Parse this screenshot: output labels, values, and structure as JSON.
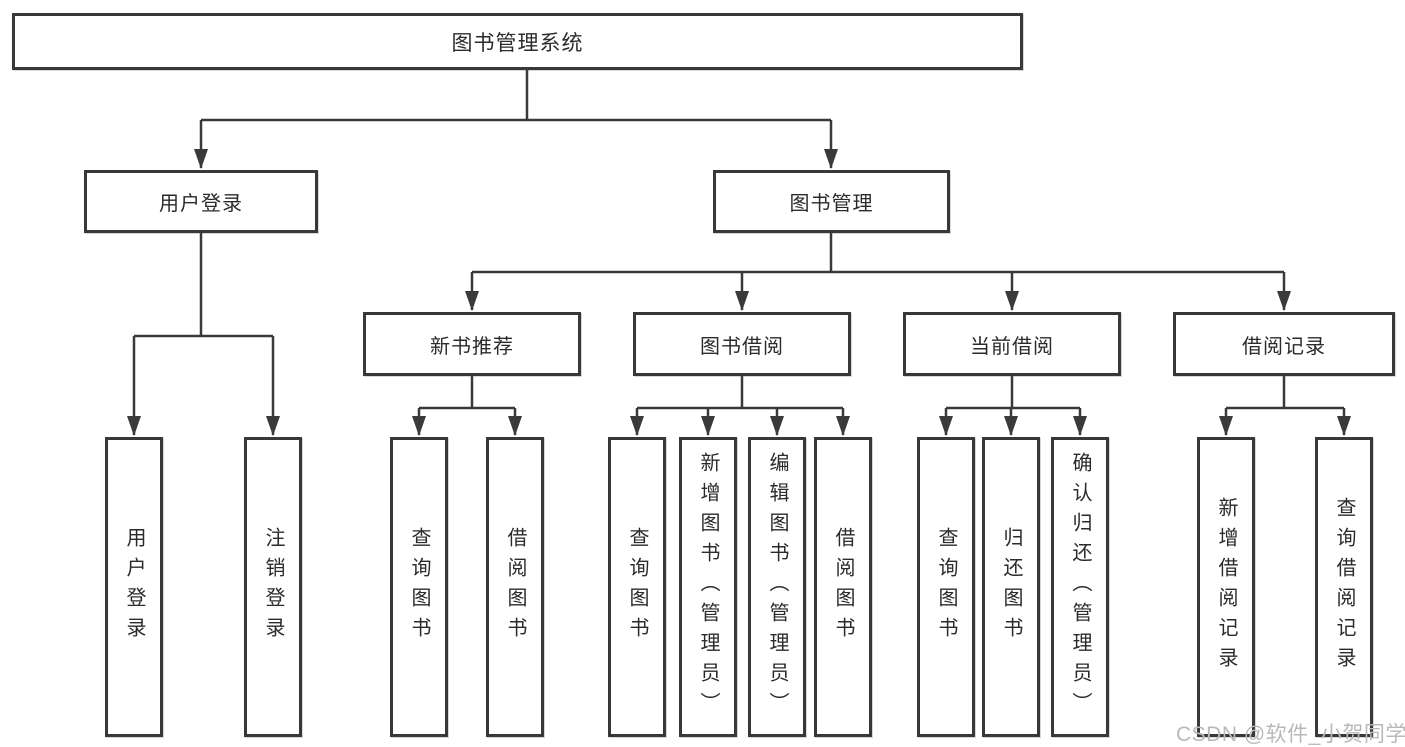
{
  "diagram": {
    "root": {
      "label": "图书管理系统",
      "children": [
        {
          "label": "用户登录",
          "children": [
            {
              "label": "用户登录"
            },
            {
              "label": "注销登录"
            }
          ]
        },
        {
          "label": "图书管理",
          "children": [
            {
              "label": "新书推荐",
              "children": [
                {
                  "label": "查询图书"
                },
                {
                  "label": "借阅图书"
                }
              ]
            },
            {
              "label": "图书借阅",
              "children": [
                {
                  "label": "查询图书"
                },
                {
                  "label": "新增图书（管理员）"
                },
                {
                  "label": "编辑图书（管理员）"
                },
                {
                  "label": "借阅图书"
                }
              ]
            },
            {
              "label": "当前借阅",
              "children": [
                {
                  "label": "查询图书"
                },
                {
                  "label": "归还图书"
                },
                {
                  "label": "确认归还（管理员）"
                }
              ]
            },
            {
              "label": "借阅记录",
              "children": [
                {
                  "label": "新增借阅记录"
                },
                {
                  "label": "查询借阅记录"
                }
              ]
            }
          ]
        }
      ]
    }
  },
  "colors": {
    "line": "#3a3a3a",
    "box_border": "#383838",
    "text": "#2b2b2b",
    "background": "#ffffff",
    "watermark": "#b9b9b9"
  },
  "watermark": {
    "text": "CSDN @软件_小贺同学"
  }
}
